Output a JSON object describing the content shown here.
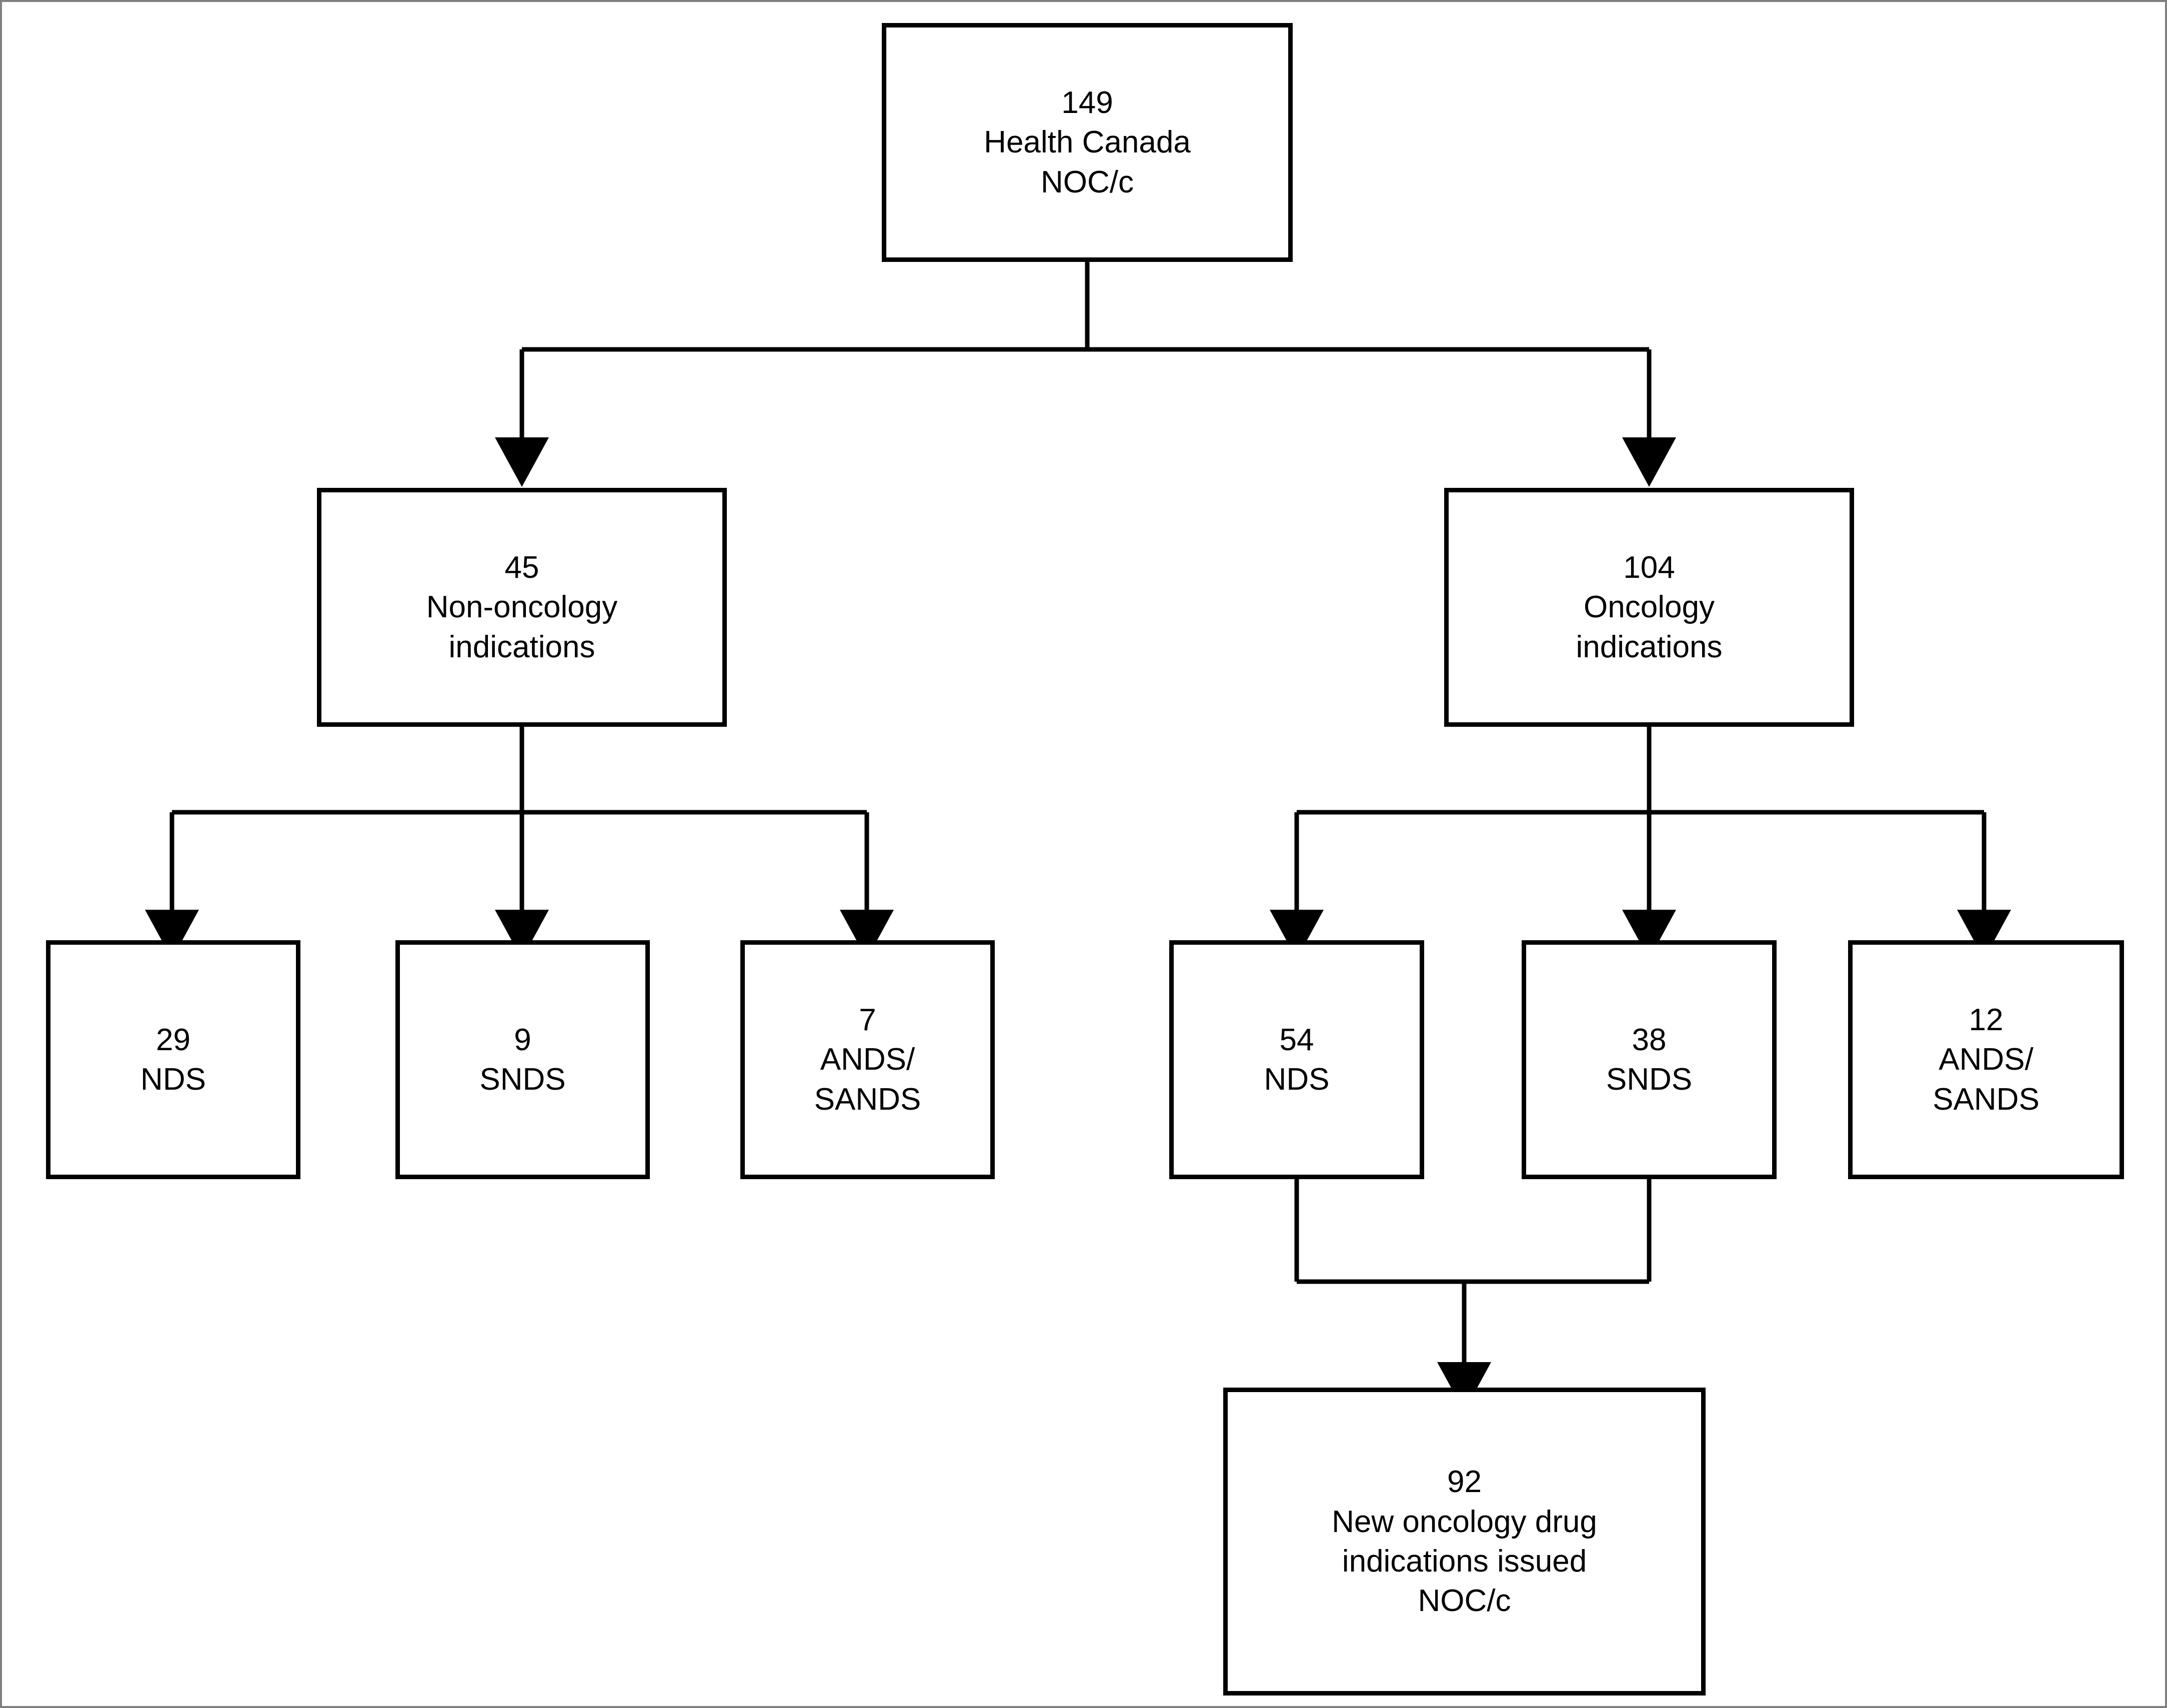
{
  "diagram": {
    "title_kind": "flowchart",
    "colors": {
      "stroke": "#000000",
      "fill": "#ffffff",
      "outer_border": "#808080"
    },
    "nodes": {
      "root": {
        "count": "149",
        "line2": "Health Canada",
        "line3": "NOC/c"
      },
      "non_oncology": {
        "count": "45",
        "line2": "Non-oncology",
        "line3": "indications"
      },
      "oncology": {
        "count": "104",
        "line2": "Oncology",
        "line3": "indications"
      },
      "non_onc_nds": {
        "count": "29",
        "line2": "NDS"
      },
      "non_onc_snds": {
        "count": "9",
        "line2": "SNDS"
      },
      "non_onc_ands": {
        "count": "7",
        "line2": "ANDS/",
        "line3": "SANDS"
      },
      "onc_nds": {
        "count": "54",
        "line2": "NDS"
      },
      "onc_snds": {
        "count": "38",
        "line2": "SNDS"
      },
      "onc_ands": {
        "count": "12",
        "line2": "ANDS/",
        "line3": "SANDS"
      },
      "issued": {
        "count": "92",
        "line2": "New oncology drug",
        "line3": "indications issued",
        "line4": "NOC/c"
      }
    },
    "chart_data": {
      "type": "flowchart",
      "title": "Health Canada NOC/c drug indications flow",
      "nodes": [
        {
          "id": "root",
          "label": "149 Health Canada NOC/c",
          "value": 149,
          "level": 0
        },
        {
          "id": "non_oncology",
          "label": "45 Non-oncology indications",
          "value": 45,
          "level": 1
        },
        {
          "id": "oncology",
          "label": "104 Oncology indications",
          "value": 104,
          "level": 1
        },
        {
          "id": "non_onc_nds",
          "label": "29 NDS",
          "value": 29,
          "level": 2
        },
        {
          "id": "non_onc_snds",
          "label": "9 SNDS",
          "value": 9,
          "level": 2
        },
        {
          "id": "non_onc_ands",
          "label": "7 ANDS/SANDS",
          "value": 7,
          "level": 2
        },
        {
          "id": "onc_nds",
          "label": "54 NDS",
          "value": 54,
          "level": 2
        },
        {
          "id": "onc_snds",
          "label": "38 SNDS",
          "value": 38,
          "level": 2
        },
        {
          "id": "onc_ands",
          "label": "12 ANDS/SANDS",
          "value": 12,
          "level": 2
        },
        {
          "id": "issued",
          "label": "92 New oncology drug indications issued NOC/c",
          "value": 92,
          "level": 3
        }
      ],
      "edges": [
        {
          "from": "root",
          "to": "non_oncology"
        },
        {
          "from": "root",
          "to": "oncology"
        },
        {
          "from": "non_oncology",
          "to": "non_onc_nds"
        },
        {
          "from": "non_oncology",
          "to": "non_onc_snds"
        },
        {
          "from": "non_oncology",
          "to": "non_onc_ands"
        },
        {
          "from": "oncology",
          "to": "onc_nds"
        },
        {
          "from": "oncology",
          "to": "onc_snds"
        },
        {
          "from": "oncology",
          "to": "onc_ands"
        },
        {
          "from": "onc_nds",
          "to": "issued"
        },
        {
          "from": "onc_snds",
          "to": "issued"
        }
      ]
    }
  }
}
